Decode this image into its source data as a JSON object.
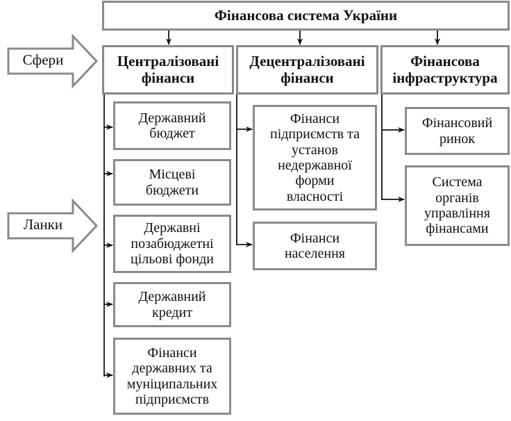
{
  "title": "Фінансова система України",
  "side_labels": {
    "spheres": "Сфери",
    "links": "Ланки"
  },
  "spheres": [
    {
      "label": "Централізовані\nфінанси",
      "links": [
        "Державний\nбюджет",
        "Місцеві\nбюджети",
        "Державні\nпозабюджетні\nцільові фонди",
        "Державний\nкредит",
        "Фінанси\nдержавних та\nмуніципальних\nпідприємств"
      ]
    },
    {
      "label": "Децентралізовані\nфінанси",
      "links": [
        "Фінанси\nпідприємств та\nустанов\nнедержавної\nформи\nвласності",
        "Фінанси\nнаселення"
      ]
    },
    {
      "label": "Фінансова\nінфраструктура",
      "links": [
        "Фінансовий\nринок",
        "Система\nорганів\nуправління\nфінансами"
      ]
    }
  ],
  "colors": {
    "box_border": "#8a8a8a",
    "line": "#111111",
    "text": "#111111"
  }
}
